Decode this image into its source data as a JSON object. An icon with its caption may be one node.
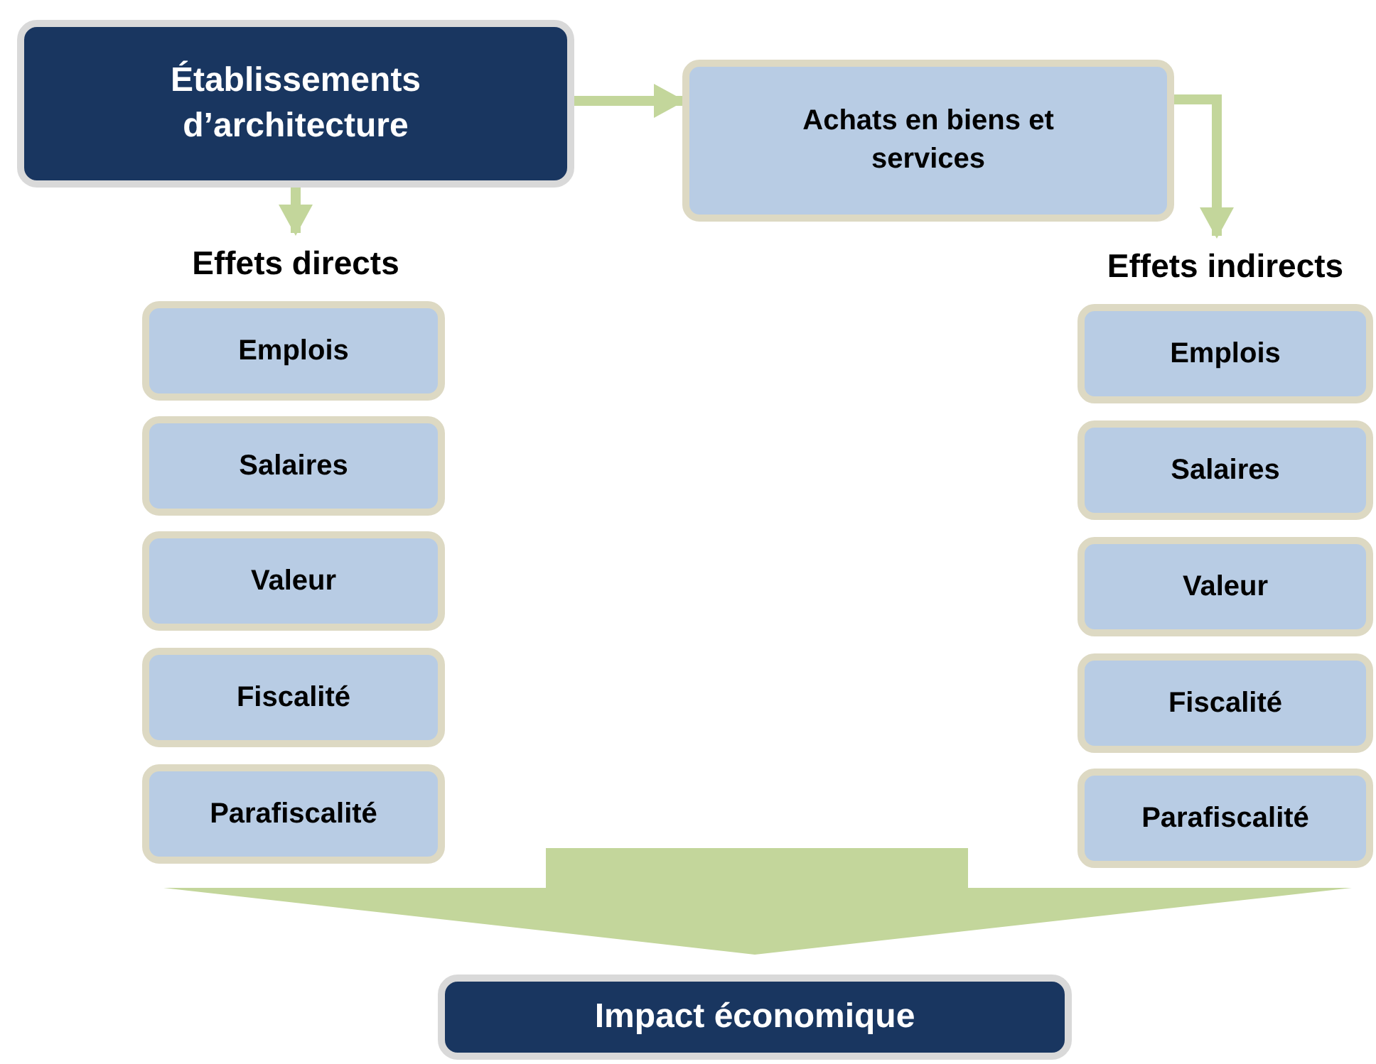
{
  "diagram": {
    "nodes": [
      {
        "text": [
          "Établissements d’architecture"
        ]
      },
      {
        "text": [
          "Achats en biens et services"
        ]
      },
      {
        "text": [
          "Effets directs"
        ]
      },
      {
        "text": [
          "Emplois"
        ]
      },
      {
        "text": [
          "Salaires"
        ]
      },
      {
        "text": [
          "Valeur"
        ]
      },
      {
        "text": [
          "Fiscalité"
        ]
      },
      {
        "text": [
          "Parafiscalité"
        ]
      },
      {
        "text": [
          "Effets indirects"
        ]
      },
      {
        "text": [
          "Emplois"
        ]
      },
      {
        "text": [
          "Salaires"
        ]
      },
      {
        "text": [
          "Valeur"
        ]
      },
      {
        "text": [
          "Fiscalité"
        ]
      },
      {
        "text": [
          "Parafiscalité"
        ]
      },
      {
        "text": [
          "Impact économique"
        ]
      }
    ],
    "edges": [
      {
        "from": 0,
        "to": 1,
        "arrow": "to"
      },
      {
        "from": 0,
        "to": 2,
        "arrow": "to"
      },
      {
        "from": 1,
        "to": 8,
        "arrow": "to"
      },
      {
        "from": 7,
        "to": 14,
        "arrow": "to",
        "style": "thick"
      },
      {
        "from": 13,
        "to": 14,
        "arrow": "to",
        "style": "thick"
      }
    ]
  }
}
